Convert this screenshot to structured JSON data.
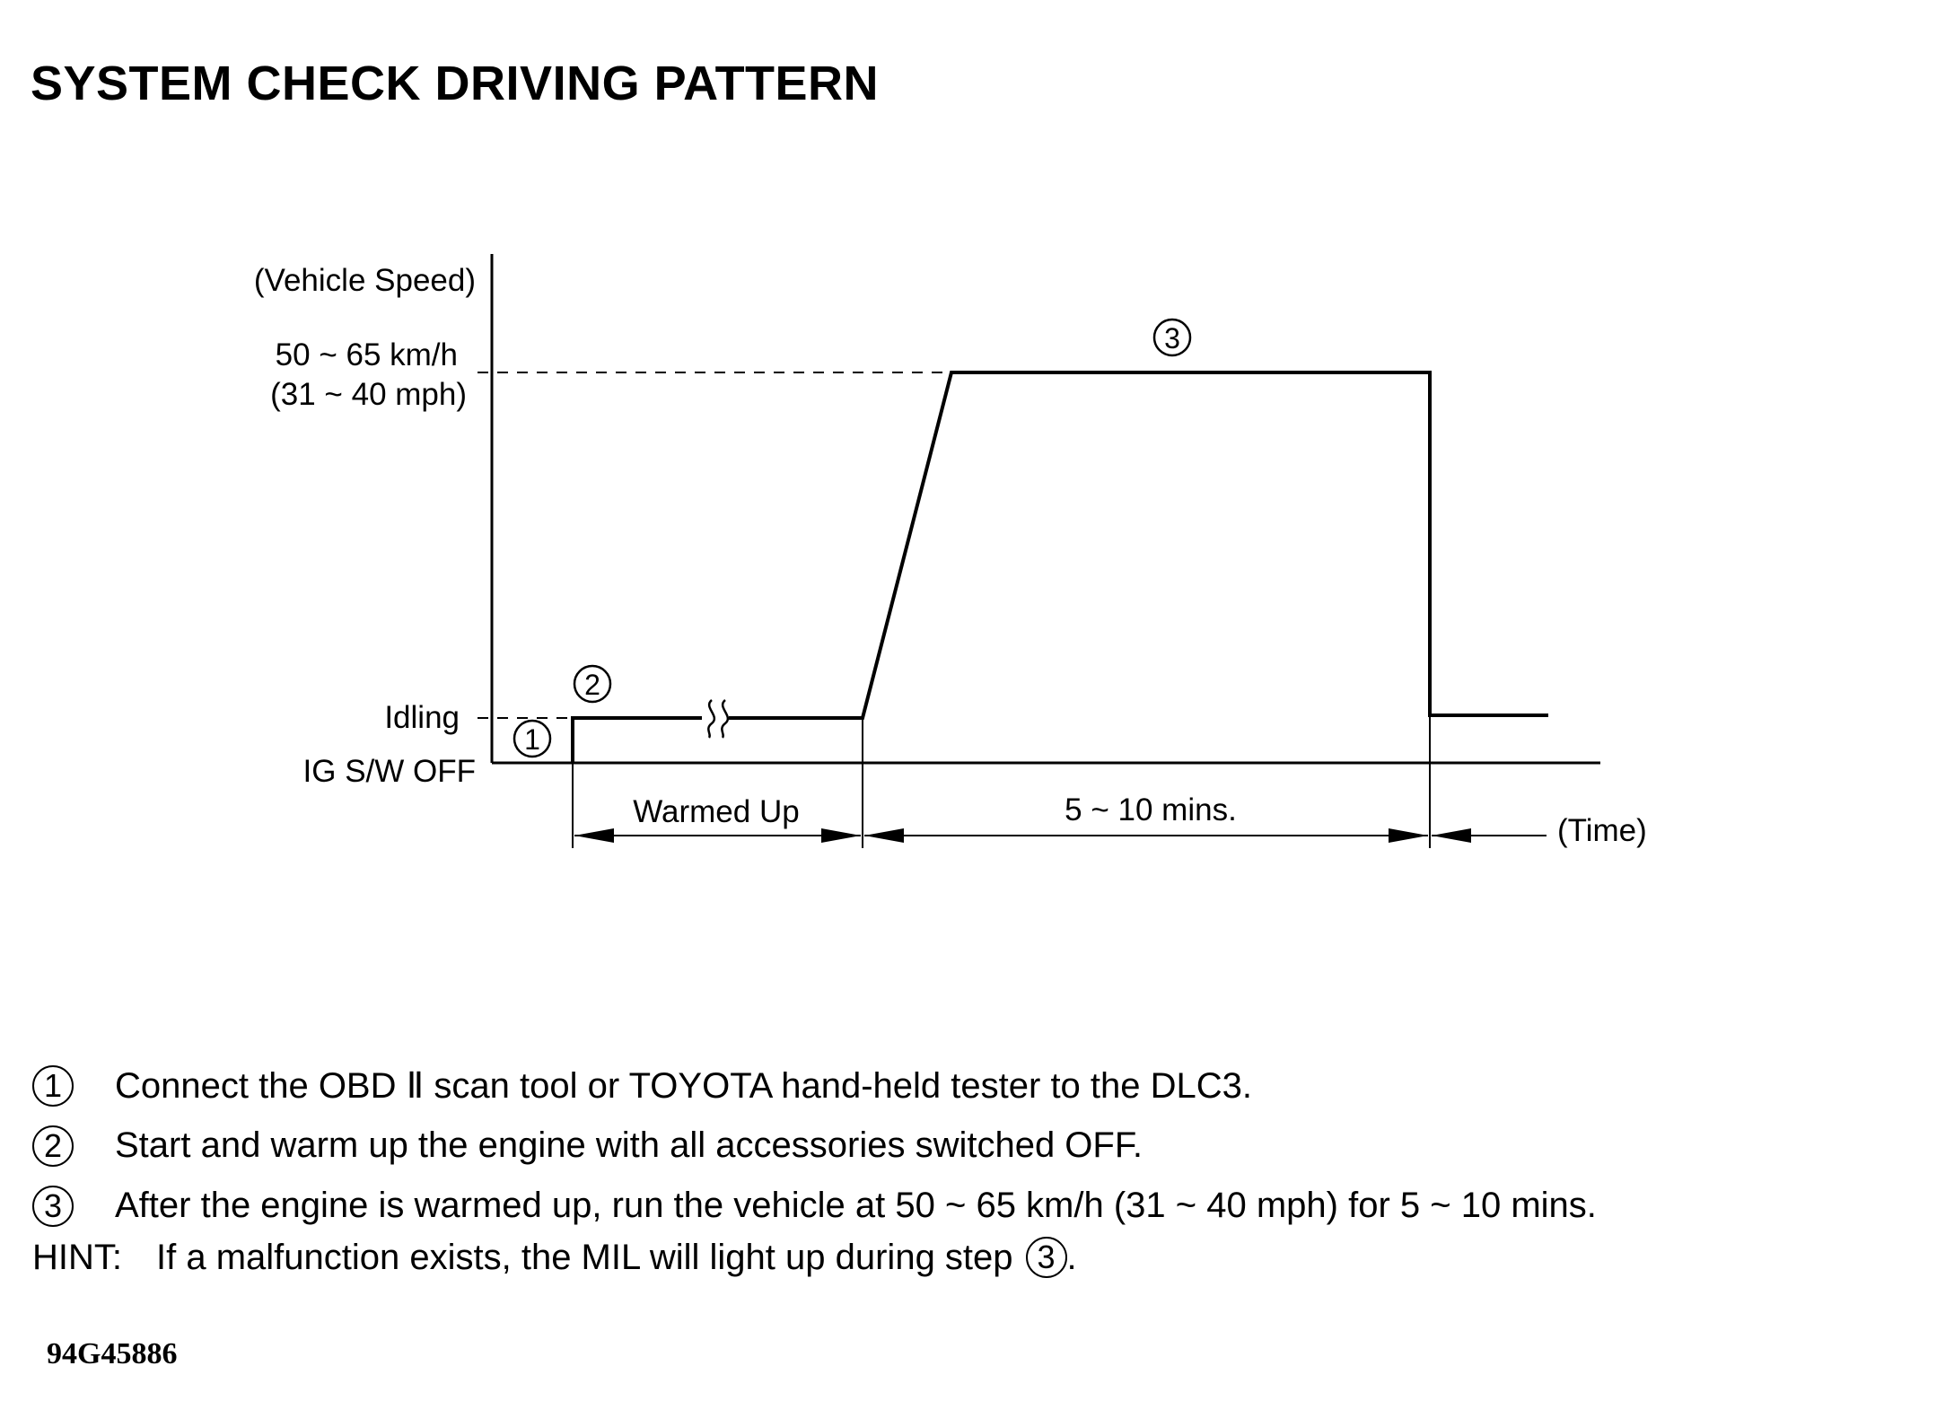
{
  "title": "SYSTEM CHECK DRIVING PATTERN",
  "diagram": {
    "y_axis_label": "(Vehicle Speed)",
    "speed_target_kmh": "50 ~ 65 km/h",
    "speed_target_mph": "(31 ~ 40 mph)",
    "idling_label": "Idling",
    "ig_off_label": "IG S/W OFF",
    "time_label": "(Time)",
    "warmed_up_label": "Warmed Up",
    "duration_label": "5 ~ 10 mins.",
    "markers": [
      "1",
      "2",
      "3"
    ]
  },
  "steps": [
    {
      "num": "1",
      "text": "Connect the OBD Ⅱ scan tool or TOYOTA hand-held tester to the DLC3."
    },
    {
      "num": "2",
      "text": "Start and warm up the engine with all accessories switched OFF."
    },
    {
      "num": "3",
      "text": "After the engine is warmed up, run the vehicle at 50 ~ 65 km/h (31 ~ 40 mph) for 5 ~ 10 mins."
    }
  ],
  "hint": {
    "label": "HINT:",
    "text": "If a malfunction exists, the MIL will light up during step",
    "step_ref": "3",
    "end": "."
  },
  "figure_id": "94G45886"
}
